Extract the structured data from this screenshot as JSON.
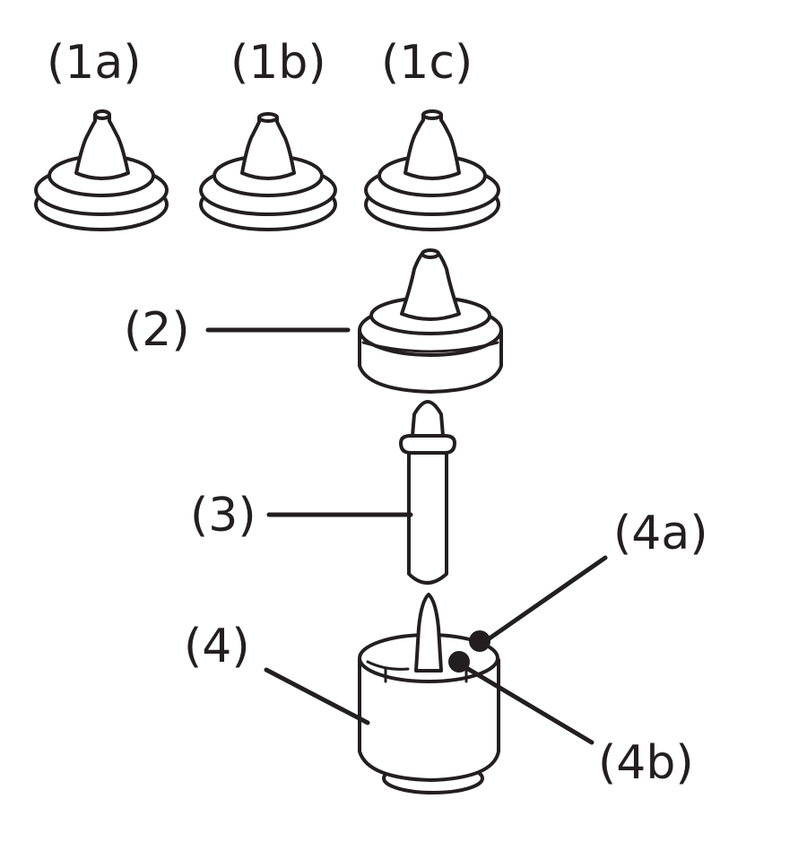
{
  "labels": {
    "tip_1a": "(1a)",
    "tip_1b": "(1b)",
    "tip_1c": "(1c)",
    "cap": "(2)",
    "tube": "(3)",
    "base": "(4)",
    "base_a": "(4a)",
    "base_b": "(4b)"
  },
  "colors": {
    "line": "#231f20",
    "background": "#ffffff"
  }
}
